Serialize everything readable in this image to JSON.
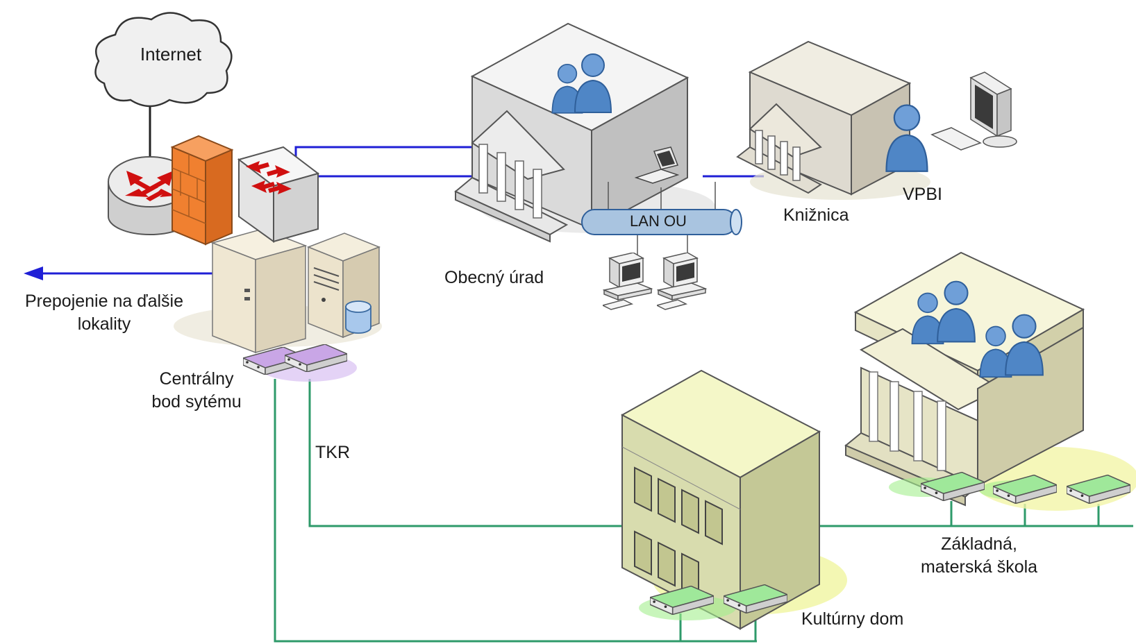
{
  "colors": {
    "wan_link": "#1f1fd6",
    "catv_link": "#2e9a6a",
    "firewall": "#f08030",
    "people": "#4f86c6",
    "modem_central": "#c9a6e6",
    "modem_remote": "#9fe89a"
  },
  "nodes": {
    "internet": {
      "label": "Internet",
      "icon": "cloud-icon"
    },
    "router": {
      "icon": "router-icon"
    },
    "firewall": {
      "icon": "firewall-icon"
    },
    "switch": {
      "icon": "switch-icon"
    },
    "servers": {
      "icon": "server-icon"
    },
    "database": {
      "icon": "database-icon"
    },
    "outbound": {
      "label_lines": [
        "Prepojenie na ďalšie",
        "lokality"
      ],
      "icon": "arrow-left-icon"
    },
    "central": {
      "label_lines": [
        "Centrálny",
        "bod sytému"
      ],
      "icon": "cable-modem-icon"
    },
    "tkr": {
      "label": "TKR"
    },
    "town_hall": {
      "label": "Obecný úrad",
      "icon": "building-icon"
    },
    "lan": {
      "label": "LAN OU",
      "icon": "lan-bus-icon"
    },
    "laptop": {
      "icon": "laptop-icon"
    },
    "workstations": {
      "icon": "workstation-icon"
    },
    "library": {
      "label": "Knižnica",
      "icon": "building-icon"
    },
    "vpbi": {
      "label": "VPBI",
      "icon": "user-icon"
    },
    "monitor": {
      "icon": "monitor-icon"
    },
    "culture_house": {
      "label": "Kultúrny dom",
      "icon": "office-building-icon"
    },
    "school": {
      "label_lines": [
        "Základná,",
        "materská škola"
      ],
      "icon": "building-icon"
    }
  }
}
